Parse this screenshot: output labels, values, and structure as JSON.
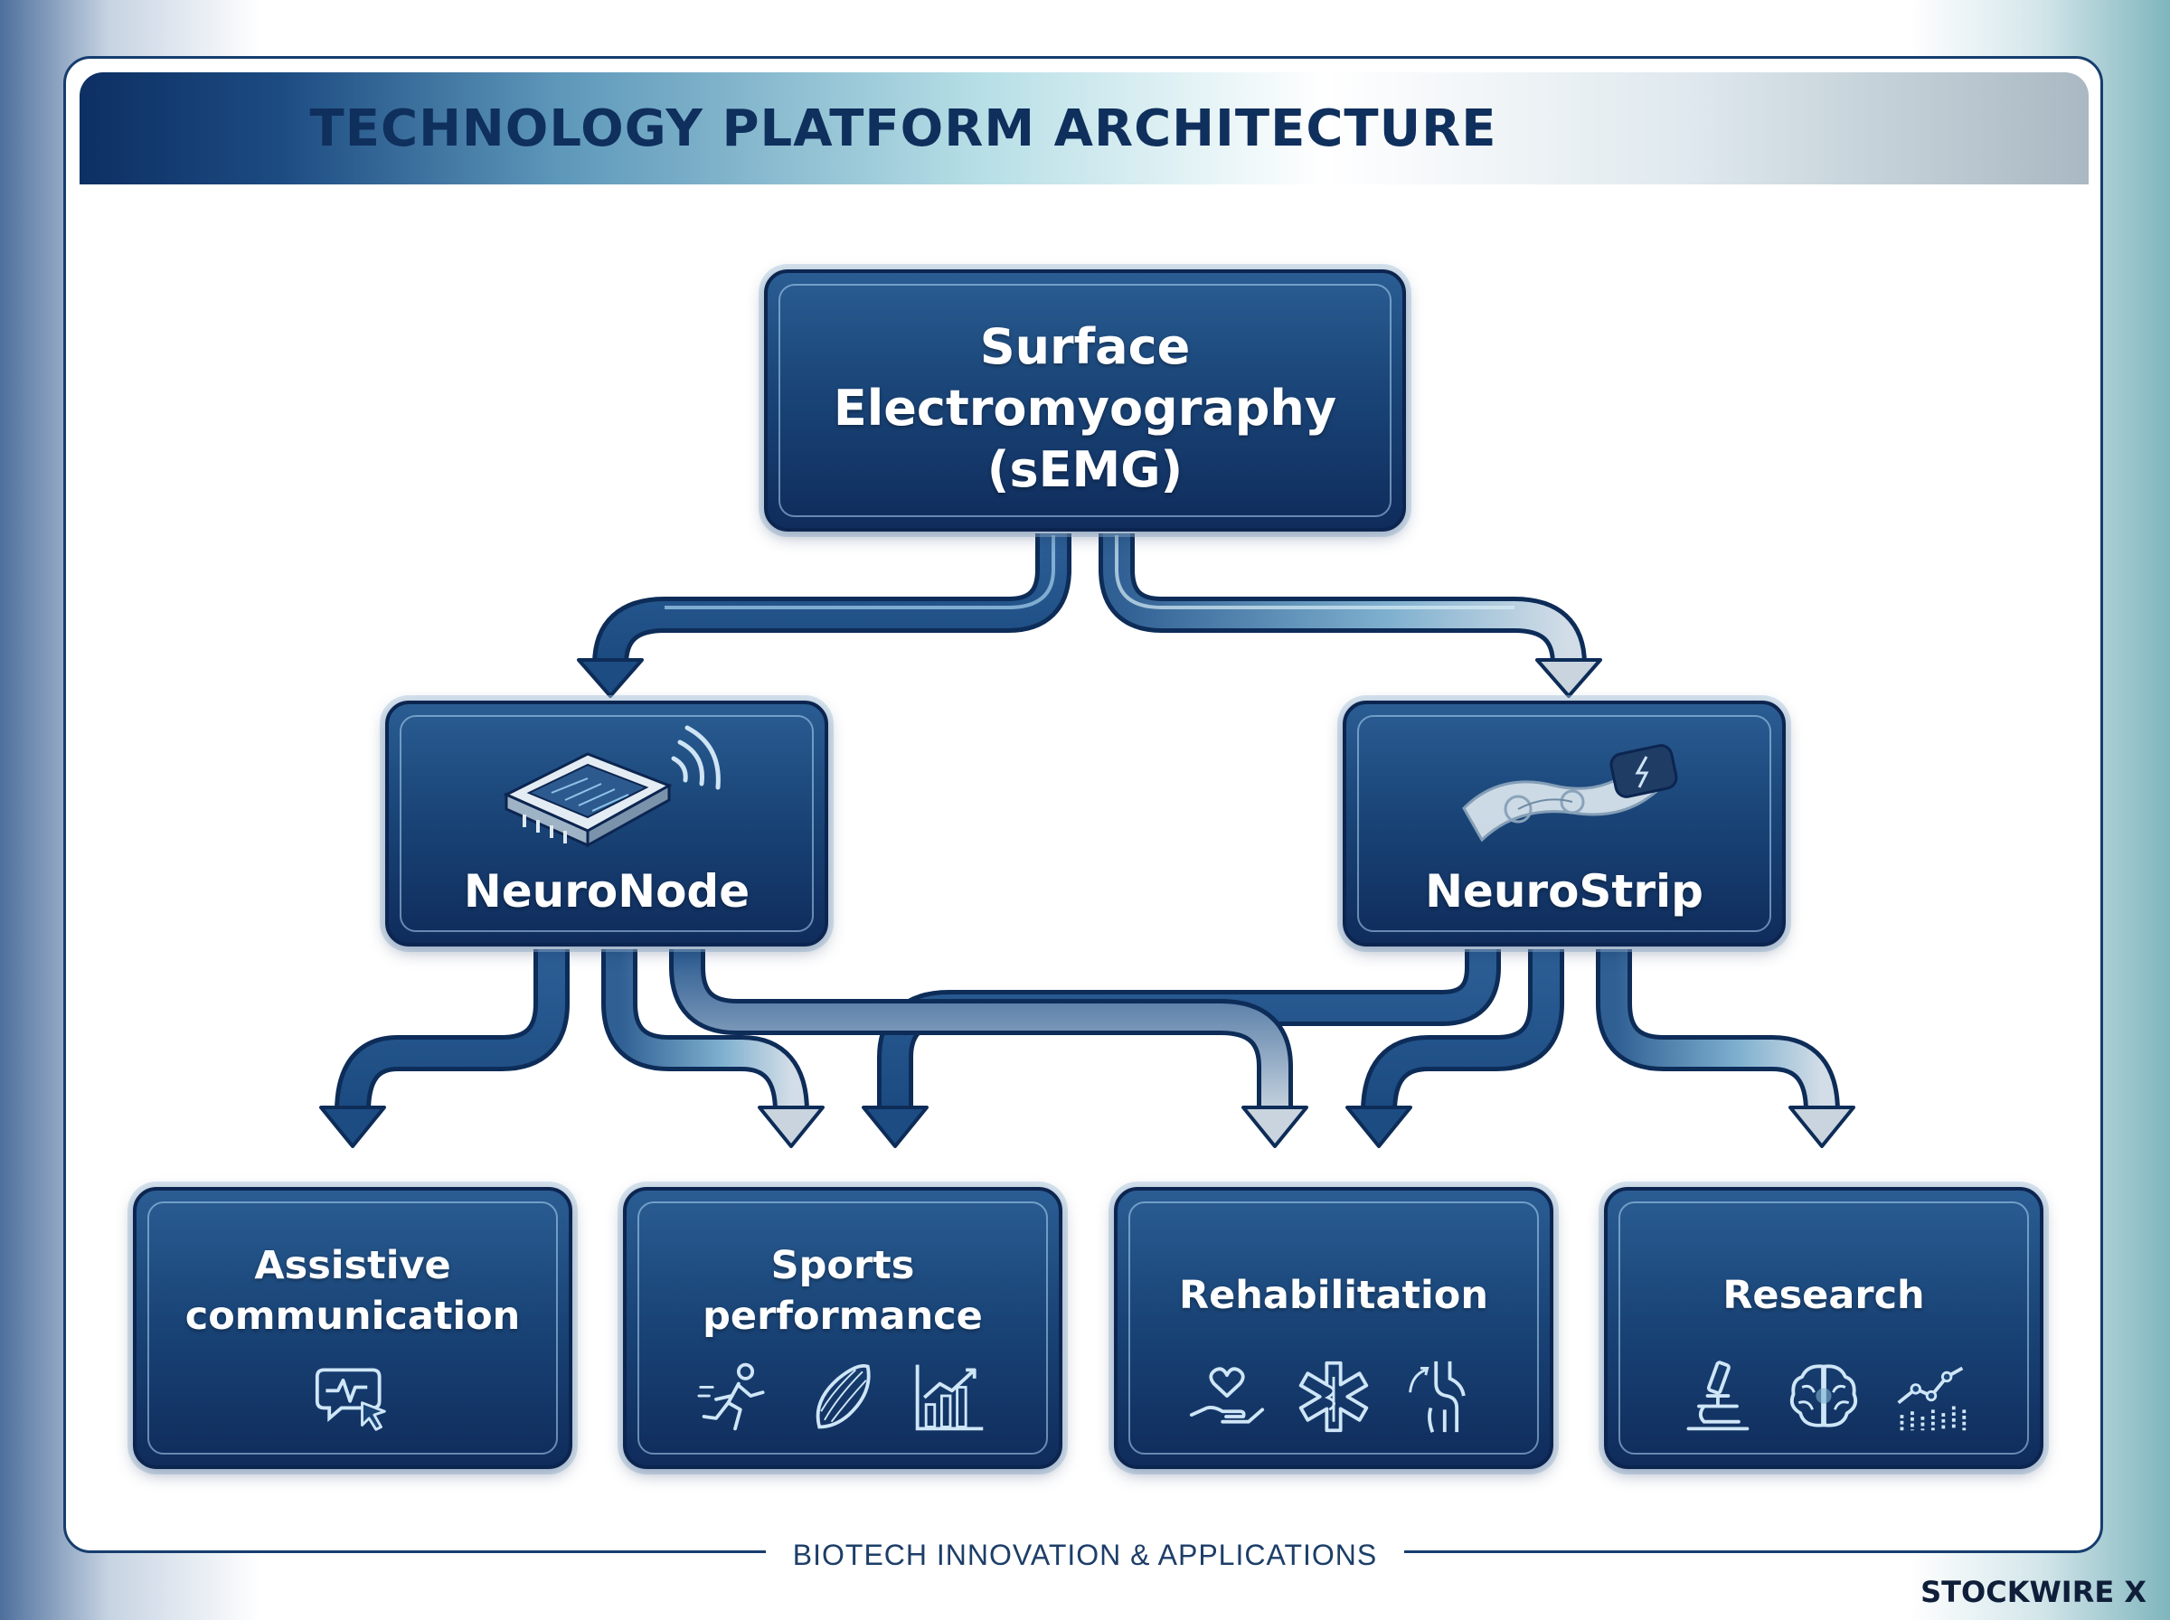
{
  "title": "TECHNOLOGY PLATFORM ARCHITECTURE",
  "root": {
    "line1": "Surface",
    "line2": "Electromyography",
    "line3": "(sEMG)"
  },
  "platforms": {
    "neuronode": {
      "label": "NeuroNode",
      "icon": "chip-wireless-icon"
    },
    "neurostrip": {
      "label": "NeuroStrip",
      "icon": "wearable-patch-icon"
    }
  },
  "applications": {
    "assistive": {
      "line1": "Assistive",
      "line2": "communication",
      "icons": [
        "chat-pulse-cursor-icon"
      ]
    },
    "sports": {
      "line1": "Sports",
      "line2": "performance",
      "icons": [
        "runner-icon",
        "muscle-icon",
        "bar-chart-icon"
      ]
    },
    "rehabilitation": {
      "line1": "Rehabilitation",
      "icons": [
        "heart-hand-icon",
        "medical-star-icon",
        "knee-joint-icon"
      ]
    },
    "research": {
      "line1": "Research",
      "icons": [
        "microscope-icon",
        "brain-icon",
        "line-chart-icon"
      ]
    }
  },
  "footer": "BIOTECH INNOVATION & APPLICATIONS",
  "brand": "STOCKWIRE X",
  "colors": {
    "navy": "#0f2c5c",
    "title_text": "#0f2f5d",
    "accent_light": "#b7dfe6"
  }
}
